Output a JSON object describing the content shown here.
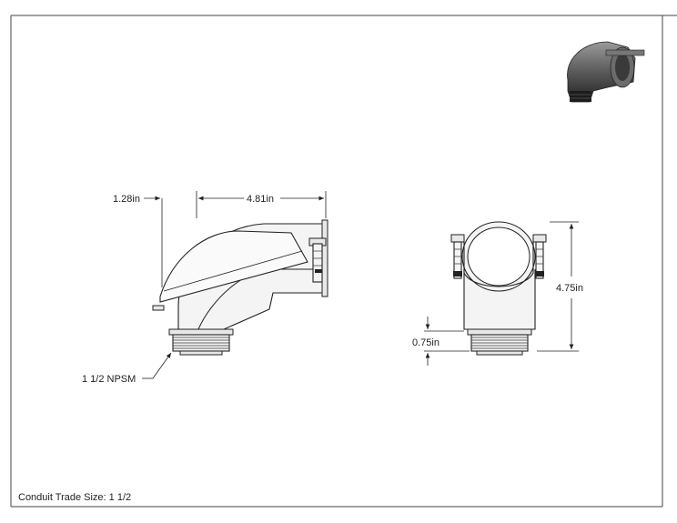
{
  "drawing": {
    "dim_left_width": "1.28in",
    "dim_total_width": "4.81in",
    "dim_height": "4.75in",
    "dim_thread_len": "0.75in",
    "thread_callout": "1 1/2 NPSM",
    "footer": "Conduit Trade Size: 1 1/2"
  },
  "icons": {
    "thumbnail": "conduit-elbow-fitting-3d-thumbnail"
  }
}
